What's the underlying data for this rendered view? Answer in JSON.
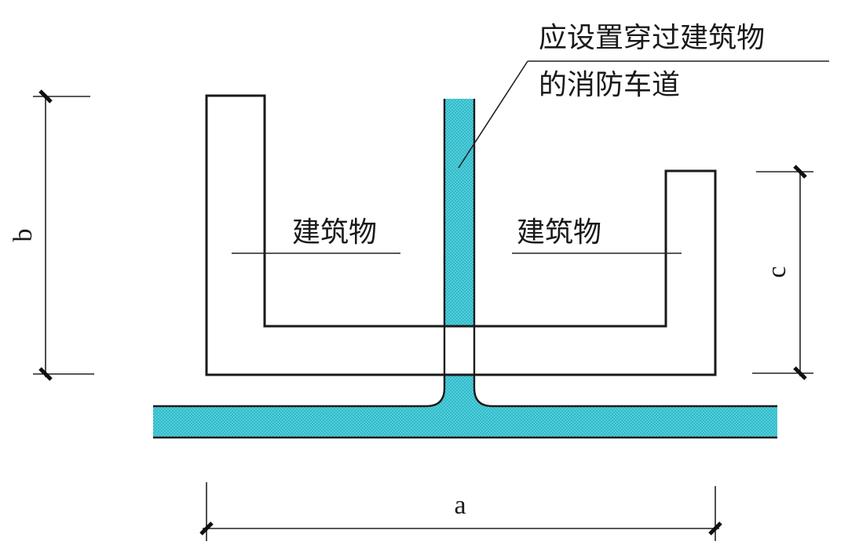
{
  "diagram": {
    "type": "site-plan",
    "colors": {
      "road_fill": "#4fd3e0",
      "road_hatch": "#2aa9b8",
      "line": "#1a1a1a",
      "background": "#ffffff"
    },
    "callout": {
      "line1": "应设置穿过建筑物",
      "line2": "的消防车道"
    },
    "buildings": [
      {
        "label": "建筑物"
      },
      {
        "label": "建筑物"
      }
    ],
    "dimensions": {
      "a": "a",
      "b": "b",
      "c": "c"
    }
  }
}
